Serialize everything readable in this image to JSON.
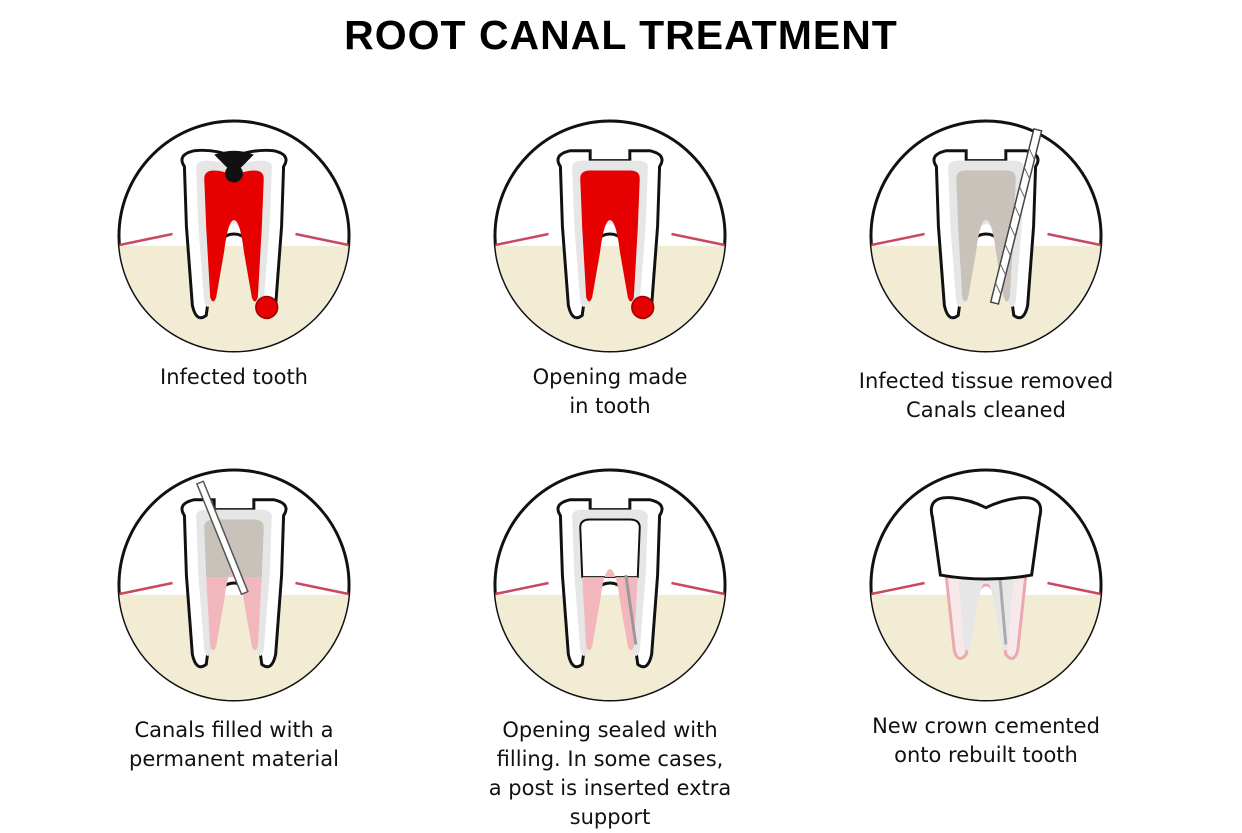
{
  "title": "ROOT CANAL TREATMENT",
  "colors": {
    "pulp_infected": "#e60000",
    "gum": "#f3ecd4",
    "gum_line": "#c9485f",
    "enamel": "#ffffff",
    "dentin": "#e6e6e6",
    "cleaned_pulp": "#c8c2bb",
    "filling_pink": "#f2b6bd",
    "outline": "#111111"
  },
  "steps": [
    {
      "icon": "infected-tooth-icon",
      "caption": [
        "Infected tooth"
      ]
    },
    {
      "icon": "opened-tooth-icon",
      "caption": [
        "Opening made",
        "in tooth"
      ]
    },
    {
      "icon": "cleaned-tooth-icon",
      "caption": [
        "Infected tissue removed",
        "Canals cleaned"
      ]
    },
    {
      "icon": "filled-canals-tooth-icon",
      "caption": [
        "Canals filled with a",
        "permanent material"
      ]
    },
    {
      "icon": "sealed-tooth-icon",
      "caption": [
        "Opening sealed with",
        "filling. In some cases,",
        "a post is inserted extra",
        "support"
      ]
    },
    {
      "icon": "crowned-tooth-icon",
      "caption": [
        "New crown cemented",
        "onto rebuilt tooth"
      ]
    }
  ]
}
